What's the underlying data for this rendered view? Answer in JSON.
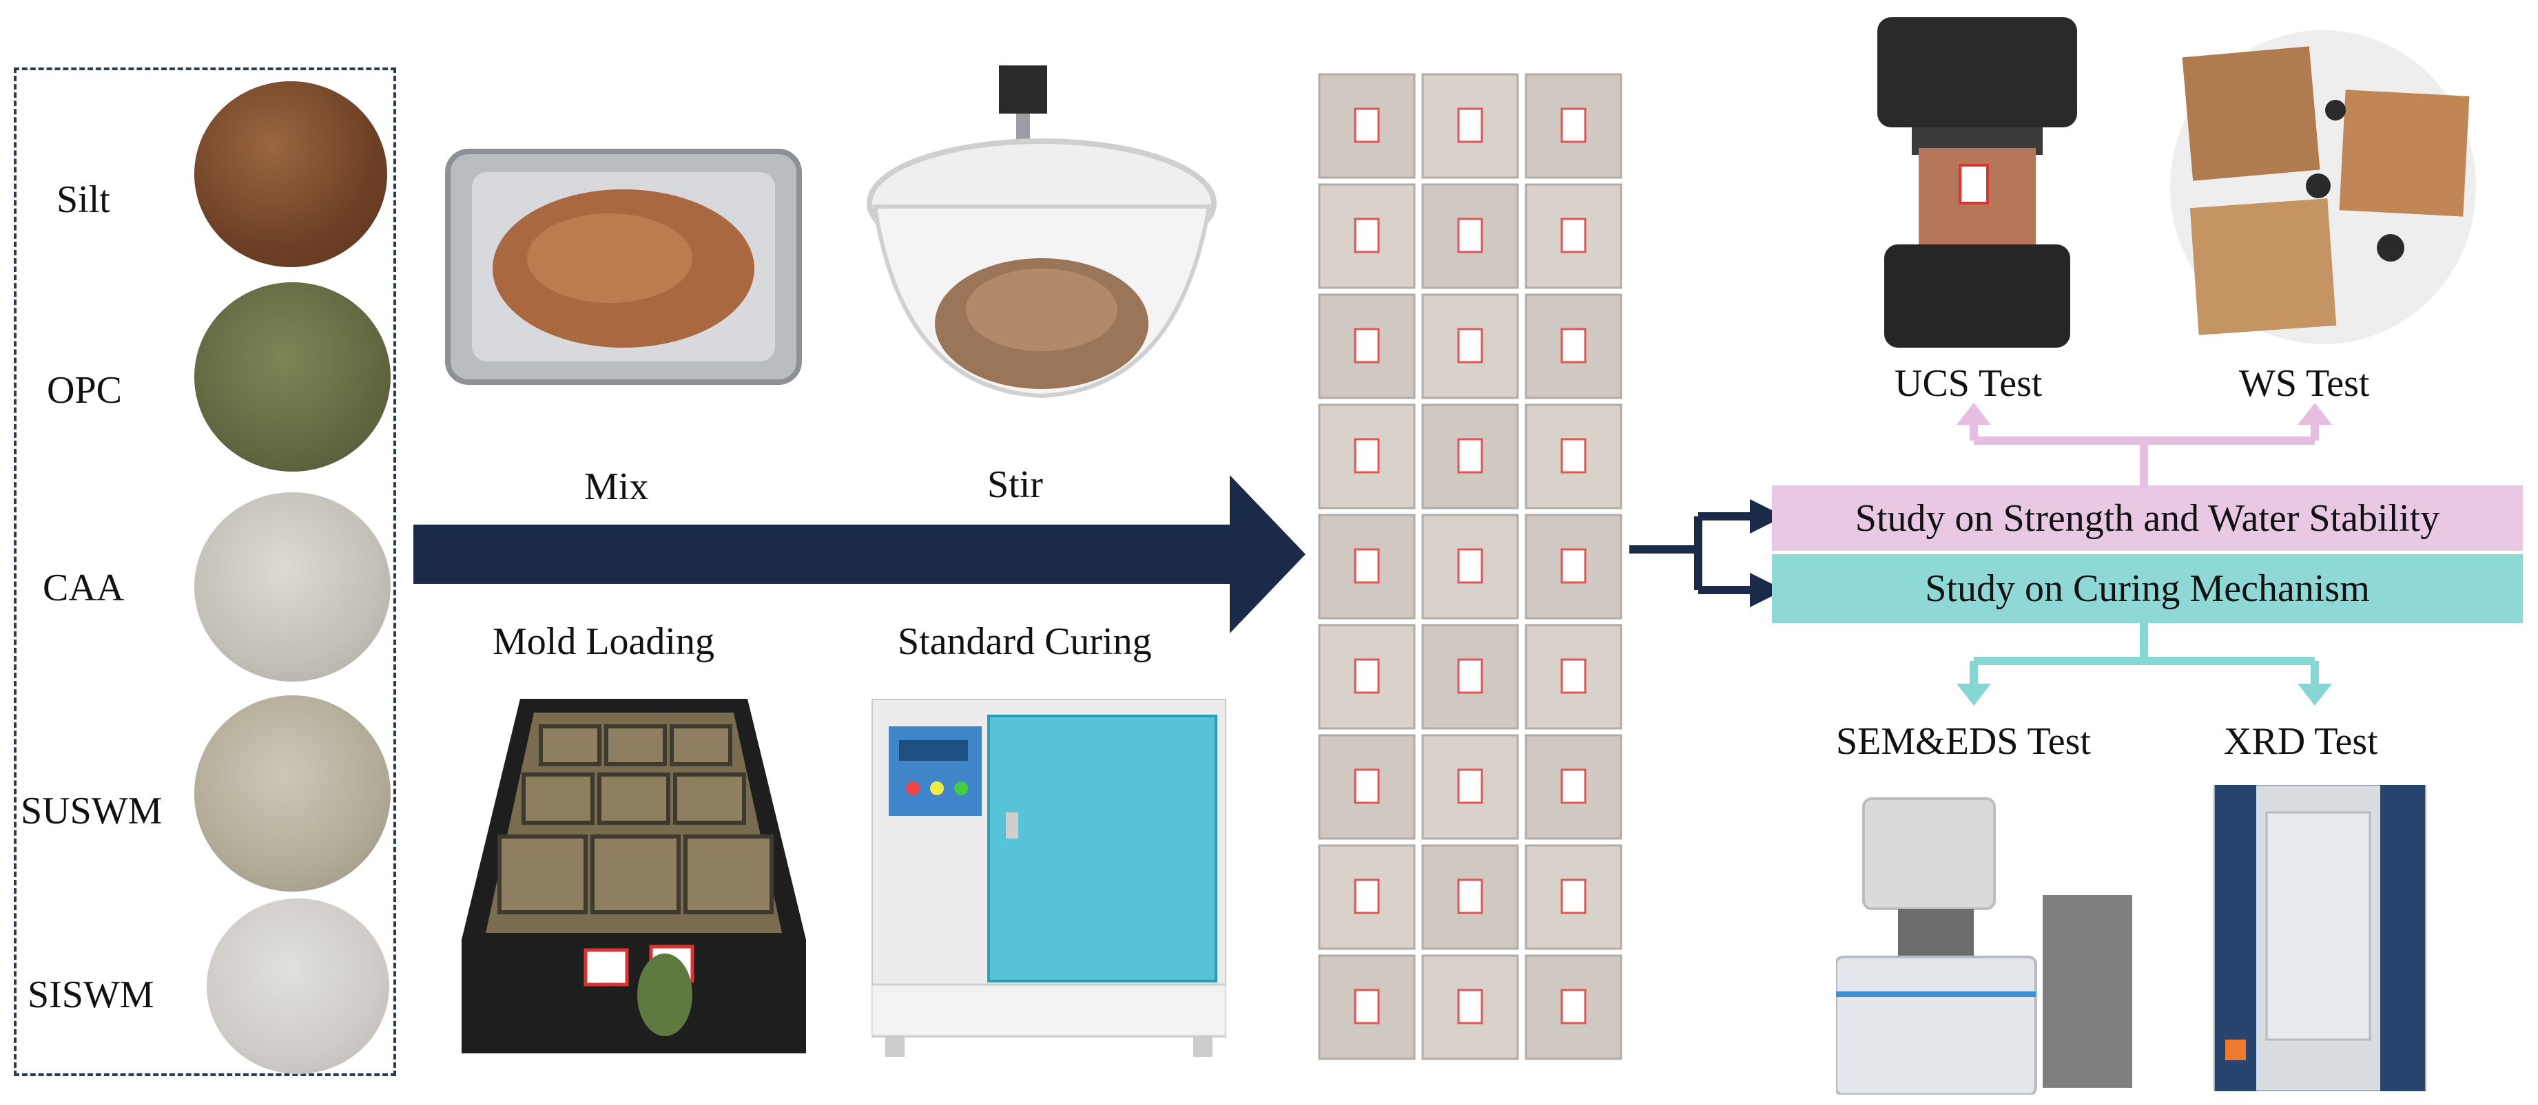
{
  "materials": {
    "items": [
      {
        "label": "Silt",
        "color": "#7a4a2e"
      },
      {
        "label": "OPC",
        "color": "#6b7048"
      },
      {
        "label": "CAA",
        "color": "#c8c6bf"
      },
      {
        "label": "SUSWM",
        "color": "#b8b2a2"
      },
      {
        "label": "SISWM",
        "color": "#d2d0cc"
      }
    ]
  },
  "process": {
    "mix_label": "Mix",
    "stir_label": "Stir",
    "mold_label": "Mold Loading",
    "curing_label": "Standard Curing",
    "arrow_color": "#1b2a48"
  },
  "study": {
    "strength_label": "Study on Strength and Water Stability",
    "strength_color": "#e8c8e3",
    "mechanism_label": "Study on Curing Mechanism",
    "mechanism_color": "#8ed9d6"
  },
  "tests": {
    "ucs_label": "UCS Test",
    "ws_label": "WS Test",
    "sem_label": "SEM&EDS Test",
    "xrd_label": "XRD Test",
    "pink_arrow_color": "#e6bfe0",
    "teal_arrow_color": "#86d6d3"
  }
}
